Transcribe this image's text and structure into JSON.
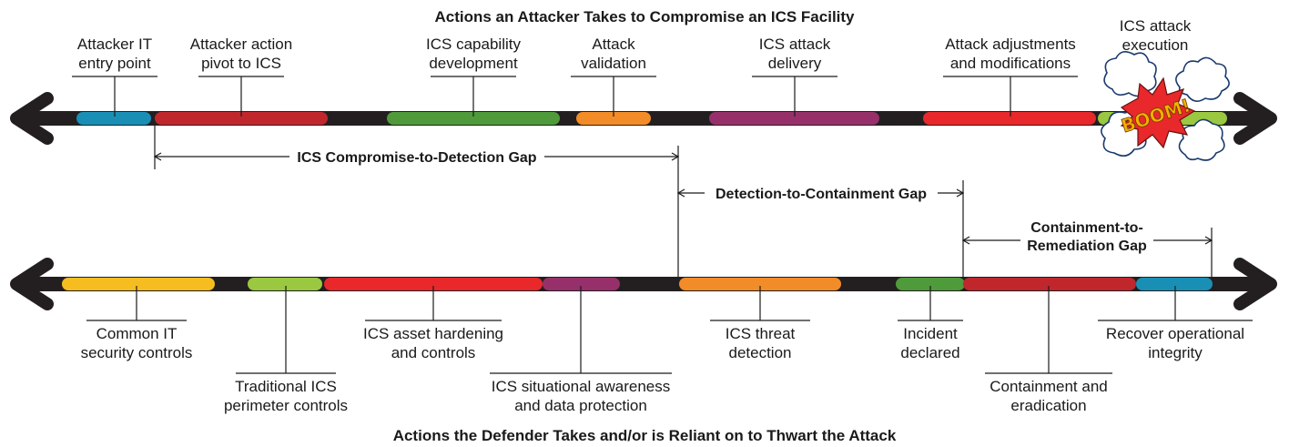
{
  "titles": {
    "attacker": "Actions an Attacker Takes to Compromise an ICS Facility",
    "defender": "Actions the Defender Takes and/or is Reliant on to Thwart the Attack"
  },
  "attacker_stages": [
    {
      "lines": [
        "Attacker IT",
        "entry point"
      ],
      "color": "#1a8fb5"
    },
    {
      "lines": [
        "Attacker action",
        "pivot to ICS"
      ],
      "color": "#c0272d"
    },
    {
      "lines": [
        "ICS capability",
        "development"
      ],
      "color": "#4f9a3a"
    },
    {
      "lines": [
        "Attack",
        "validation"
      ],
      "color": "#f28c28"
    },
    {
      "lines": [
        "ICS attack",
        "delivery"
      ],
      "color": "#97306a"
    },
    {
      "lines": [
        "Attack adjustments",
        "and modifications"
      ],
      "color": "#e8282b"
    },
    {
      "lines": [
        "ICS attack",
        "execution"
      ],
      "color": "#9ac840"
    }
  ],
  "gaps": [
    {
      "label_lines": [
        "ICS Compromise-to-Detection Gap"
      ]
    },
    {
      "label_lines": [
        "Detection-to-Containment Gap"
      ]
    },
    {
      "label_lines": [
        "Containment-to-",
        "Remediation Gap"
      ]
    }
  ],
  "defender_stages": [
    {
      "lines": [
        "Common IT",
        "security controls"
      ],
      "color": "#f5bd1f"
    },
    {
      "lines": [
        "Traditional ICS",
        "perimeter controls"
      ],
      "color": "#9ac840"
    },
    {
      "lines": [
        "ICS asset hardening",
        "and controls"
      ],
      "color": "#e8282b"
    },
    {
      "lines": [
        "ICS situational awareness",
        "and data protection"
      ],
      "color": "#97306a"
    },
    {
      "lines": [
        "ICS threat",
        "detection"
      ],
      "color": "#f28c28"
    },
    {
      "lines": [
        "Incident",
        "declared"
      ],
      "color": "#4f9a3a"
    },
    {
      "lines": [
        "Containment and",
        "eradication"
      ],
      "color": "#c0272d"
    },
    {
      "lines": [
        "Recover operational",
        "integrity"
      ],
      "color": "#1a8fb5"
    }
  ],
  "burst": {
    "text": "BOOM!"
  },
  "colors": {
    "axis": "#231f20",
    "line": "#1a1a1a"
  }
}
